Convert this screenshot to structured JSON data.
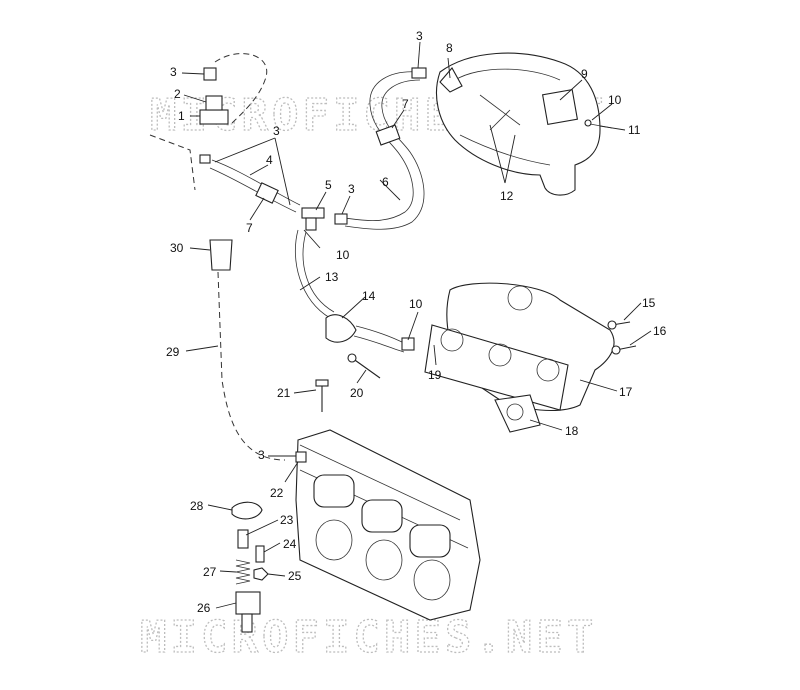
{
  "watermark": {
    "top": "MICROFICHES.NET",
    "bottom": "MICROFICHES.NET"
  },
  "callouts": [
    {
      "id": "c1",
      "label": "1"
    },
    {
      "id": "c2",
      "label": "2"
    },
    {
      "id": "c3a",
      "label": "3"
    },
    {
      "id": "c3b",
      "label": "3"
    },
    {
      "id": "c3c",
      "label": "3"
    },
    {
      "id": "c3d",
      "label": "3"
    },
    {
      "id": "c3e",
      "label": "3"
    },
    {
      "id": "c4",
      "label": "4"
    },
    {
      "id": "c5",
      "label": "5"
    },
    {
      "id": "c6",
      "label": "6"
    },
    {
      "id": "c7a",
      "label": "7"
    },
    {
      "id": "c7b",
      "label": "7"
    },
    {
      "id": "c8",
      "label": "8"
    },
    {
      "id": "c9",
      "label": "9"
    },
    {
      "id": "c10a",
      "label": "10"
    },
    {
      "id": "c10b",
      "label": "10"
    },
    {
      "id": "c10c",
      "label": "10"
    },
    {
      "id": "c11",
      "label": "11"
    },
    {
      "id": "c12",
      "label": "12"
    },
    {
      "id": "c13",
      "label": "13"
    },
    {
      "id": "c14",
      "label": "14"
    },
    {
      "id": "c15",
      "label": "15"
    },
    {
      "id": "c16",
      "label": "16"
    },
    {
      "id": "c17",
      "label": "17"
    },
    {
      "id": "c18",
      "label": "18"
    },
    {
      "id": "c19",
      "label": "19"
    },
    {
      "id": "c20",
      "label": "20"
    },
    {
      "id": "c21",
      "label": "21"
    },
    {
      "id": "c22",
      "label": "22"
    },
    {
      "id": "c23",
      "label": "23"
    },
    {
      "id": "c24",
      "label": "24"
    },
    {
      "id": "c25",
      "label": "25"
    },
    {
      "id": "c26",
      "label": "26"
    },
    {
      "id": "c27",
      "label": "27"
    },
    {
      "id": "c28",
      "label": "28"
    },
    {
      "id": "c29",
      "label": "29"
    },
    {
      "id": "c30",
      "label": "30"
    }
  ]
}
